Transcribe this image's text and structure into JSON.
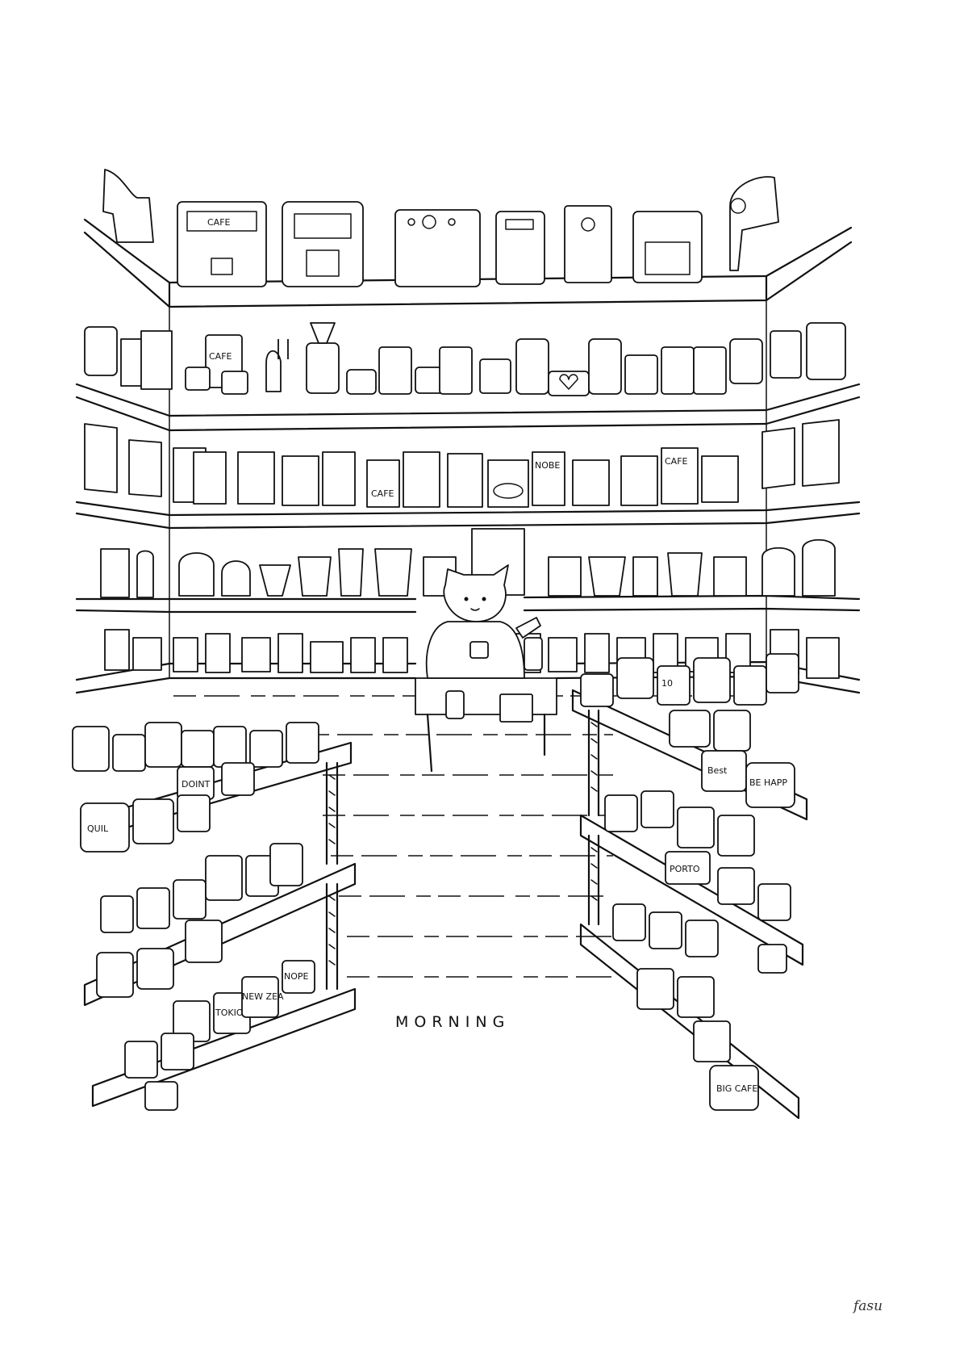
{
  "caption": "MORNING",
  "signature": "fasu",
  "labels": {
    "machine": "CAFE",
    "jar": "CAFE",
    "bag1": "CAFE",
    "bag2": "NOBE",
    "bag3": "CAFE",
    "mug1": "QUIL",
    "mug2": "Best",
    "mug3": "BE HAPP",
    "mug4": "PORTO",
    "mug5": "TOKIO",
    "mug6": "NEW ZEA",
    "mug7": "BIG CAFE",
    "mug8": "NOPE",
    "mug9": "10",
    "mug10": "DOINT"
  },
  "colors": {
    "ink": "#111111",
    "paper": "#ffffff"
  }
}
